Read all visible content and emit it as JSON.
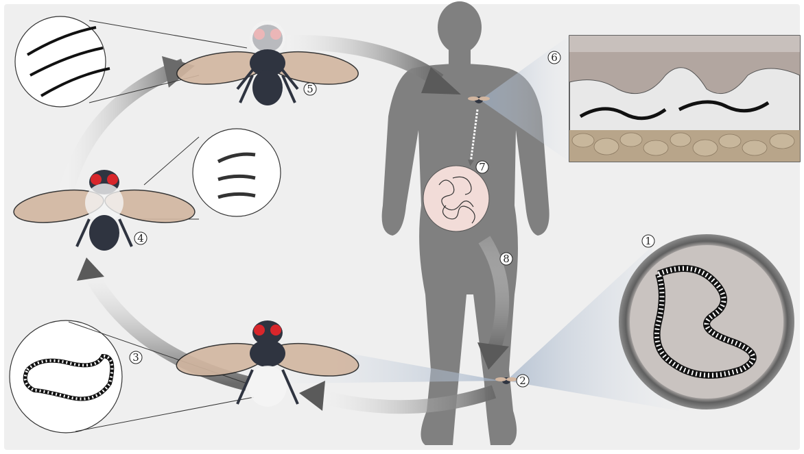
{
  "figure": {
    "title": "",
    "background": "#efefef",
    "colors": {
      "human": "#808080",
      "fly_body": "#2f3440",
      "fly_eye": "#d8262b",
      "wing": "#d2b6a0",
      "wing_vein": "#7a5a40",
      "arrow": "#6a6a6a",
      "skin_top": "#c8c0bc",
      "fat_layer": "#b8a58a",
      "lymph_circle": "#f2dcd8"
    },
    "stages": [
      {
        "id": "1",
        "label": "1",
        "description": ""
      },
      {
        "id": "2",
        "label": "2",
        "description": ""
      },
      {
        "id": "3",
        "label": "3",
        "description": ""
      },
      {
        "id": "4",
        "label": "4",
        "description": ""
      },
      {
        "id": "5",
        "label": "5",
        "description": ""
      },
      {
        "id": "6",
        "label": "6",
        "description": ""
      },
      {
        "id": "7",
        "label": "7",
        "description": ""
      },
      {
        "id": "8",
        "label": "8",
        "description": ""
      }
    ],
    "icons": [
      "human-silhouette-icon",
      "fly-icon",
      "larva-icon",
      "microfilaria-icon",
      "skin-section-icon",
      "lymph-node-icon"
    ]
  }
}
